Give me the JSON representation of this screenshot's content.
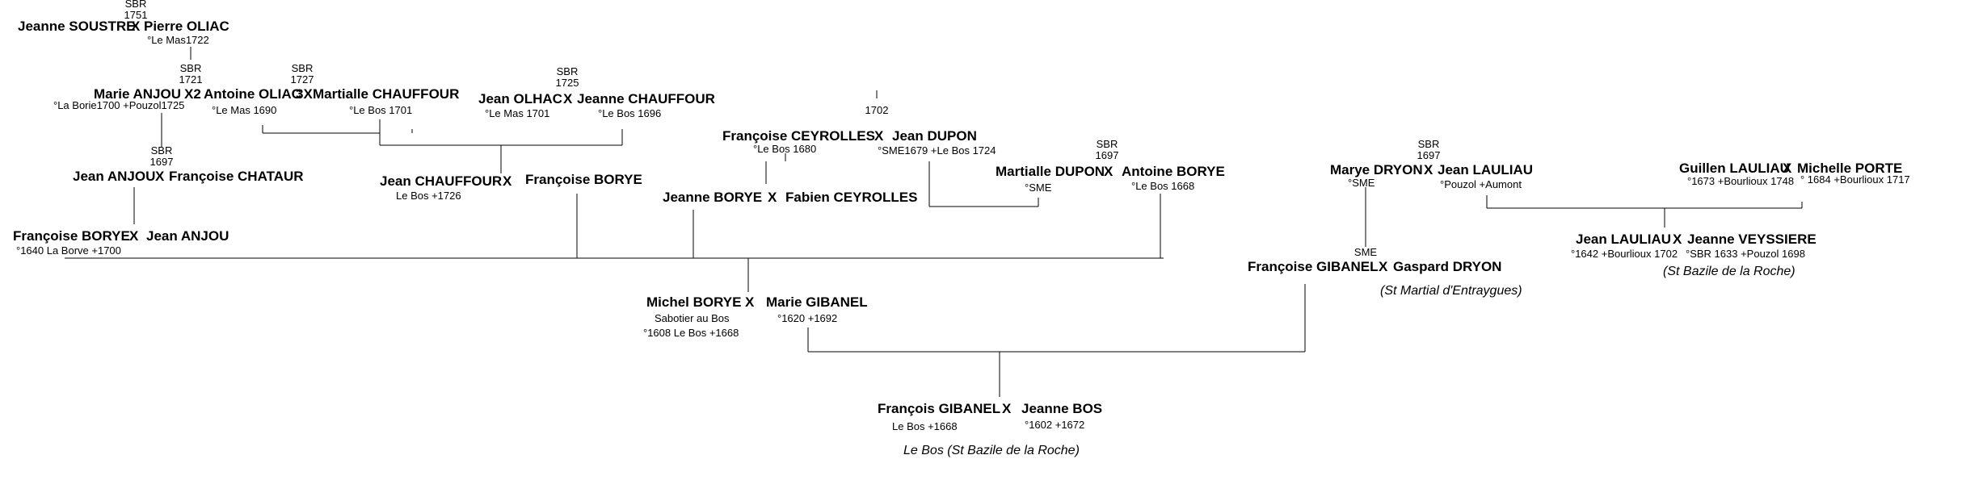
{
  "people": {
    "jeanne_soustre": "Jeanne SOUSTRE",
    "pierre_oliac": "Pierre OLIAC",
    "pierre_oliac_info": "°Le Mas1722",
    "marie_anjou": "Marie ANJOU",
    "marie_anjou_info": "°La Borie1700 +Pouzol1725",
    "antoine_oliac": "Antoine OLIAC",
    "antoine_oliac_info": "°Le Mas 1690",
    "martialle_chauffour": "Martialle CHAUFFOUR",
    "martialle_chauffour_info": "°Le Bos 1701",
    "jean_olhac": "Jean OLHAC",
    "jean_olhac_info": "°Le Mas 1701",
    "jeanne_chauffour": "Jeanne CHAUFFOUR",
    "jeanne_chauffour_info": "°Le Bos 1696",
    "jean_anjou_1": "Jean ANJOU",
    "francoise_chataur": "Françoise CHATAUR",
    "jean_chauffour": "Jean CHAUFFOUR",
    "jean_chauffour_info": "Le Bos +1726",
    "francoise_borye_1": "Françoise BORYE",
    "francoise_borye_2": "Françoise BORYE",
    "francoise_borye_2_info": "°1640 La Borve +1700",
    "jean_anjou_2": "Jean ANJOU",
    "francoise_ceyrolles": "Françoise CEYROLLES",
    "francoise_ceyrolles_info": "°Le Bos 1680",
    "jean_dupon": "Jean DUPON",
    "jean_dupon_info": "°SME1679 +Le Bos 1724",
    "jeanne_borye": "Jeanne BORYE",
    "fabien_ceyrolles": "Fabien CEYROLLES",
    "martialle_dupon": "Martialle DUPON",
    "martialle_dupon_info": "°SME",
    "antoine_borye": "Antoine BORYE",
    "antoine_borye_info": "°Le Bos 1668",
    "michel_borye": "Michel BORYE",
    "michel_borye_job": "Sabotier au Bos",
    "michel_borye_info": "°1608 Le Bos +1668",
    "marie_gibanel": "Marie GIBANEL",
    "marie_gibanel_info": "°1620 +1692",
    "marye_dryon": "Marye DRYON",
    "marye_dryon_info": "°SME",
    "jean_lauliau_1": "Jean LAULIAU",
    "jean_lauliau_1_info": "°Pouzol +Aumont",
    "guillen_lauliau": "Guillen LAULIAU",
    "guillen_lauliau_info": "°1673 +Bourlioux 1748",
    "michelle_porte": "Michelle PORTE",
    "michelle_porte_info": "° 1684 +Bourlioux 1717",
    "jean_lauliau_2": "Jean LAULIAU",
    "jean_lauliau_2_info": "°1642 +Bourlioux 1702",
    "jeanne_veyssiere": "Jeanne VEYSSIERE",
    "jeanne_veyssiere_info": "°SBR 1633 +Pouzol 1698",
    "francoise_gibanel": "Françoise GIBANEL",
    "gaspard_dryon": "Gaspard DRYON",
    "francois_gibanel": "François GIBANEL",
    "francois_gibanel_info": "Le Bos +1668",
    "jeanne_bos": "Jeanne BOS",
    "jeanne_bos_info": "°1602 +1672"
  },
  "marriages": {
    "m1": "SBR\n1751",
    "m2": "SBR\n1721",
    "m3": "SBR\n1727",
    "m4": "SBR\n1725",
    "m5": "SBR\n1697",
    "m6": "1702",
    "m7": "SBR\n1697",
    "m8": "SBR\n1697",
    "m9": "SME"
  },
  "symbols": {
    "x": "X",
    "x2": "X2",
    "x3": "3X"
  },
  "locations": {
    "st_martial": "(St Martial d'Entraygues)",
    "st_bazile": "(St Bazile de la Roche)",
    "le_bos": "Le Bos  (St Bazile de la Roche)"
  }
}
